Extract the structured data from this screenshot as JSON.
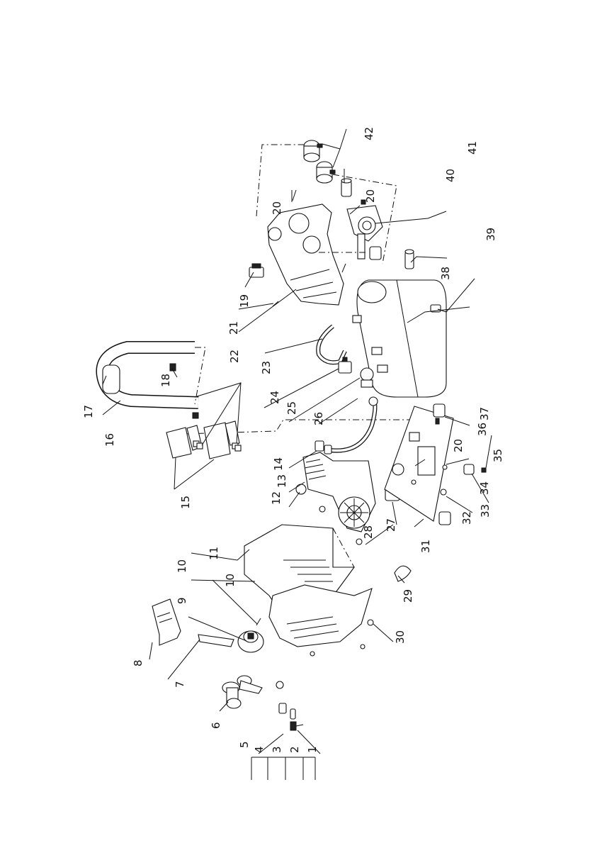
{
  "diagram": {
    "callouts": [
      "1",
      "2",
      "3",
      "4",
      "5",
      "6",
      "7",
      "8",
      "9",
      "10",
      "10",
      "11",
      "12",
      "13",
      "14",
      "15",
      "16",
      "17",
      "18",
      "19",
      "20",
      "20",
      "20",
      "21",
      "22",
      "23",
      "24",
      "25",
      "26",
      "27",
      "28",
      "29",
      "30",
      "31",
      "32",
      "33",
      "34",
      "35",
      "36",
      "37",
      "38",
      "39",
      "40",
      "41",
      "42"
    ],
    "accessory_box_numbers": [
      "4",
      "3",
      "2",
      "1"
    ]
  }
}
